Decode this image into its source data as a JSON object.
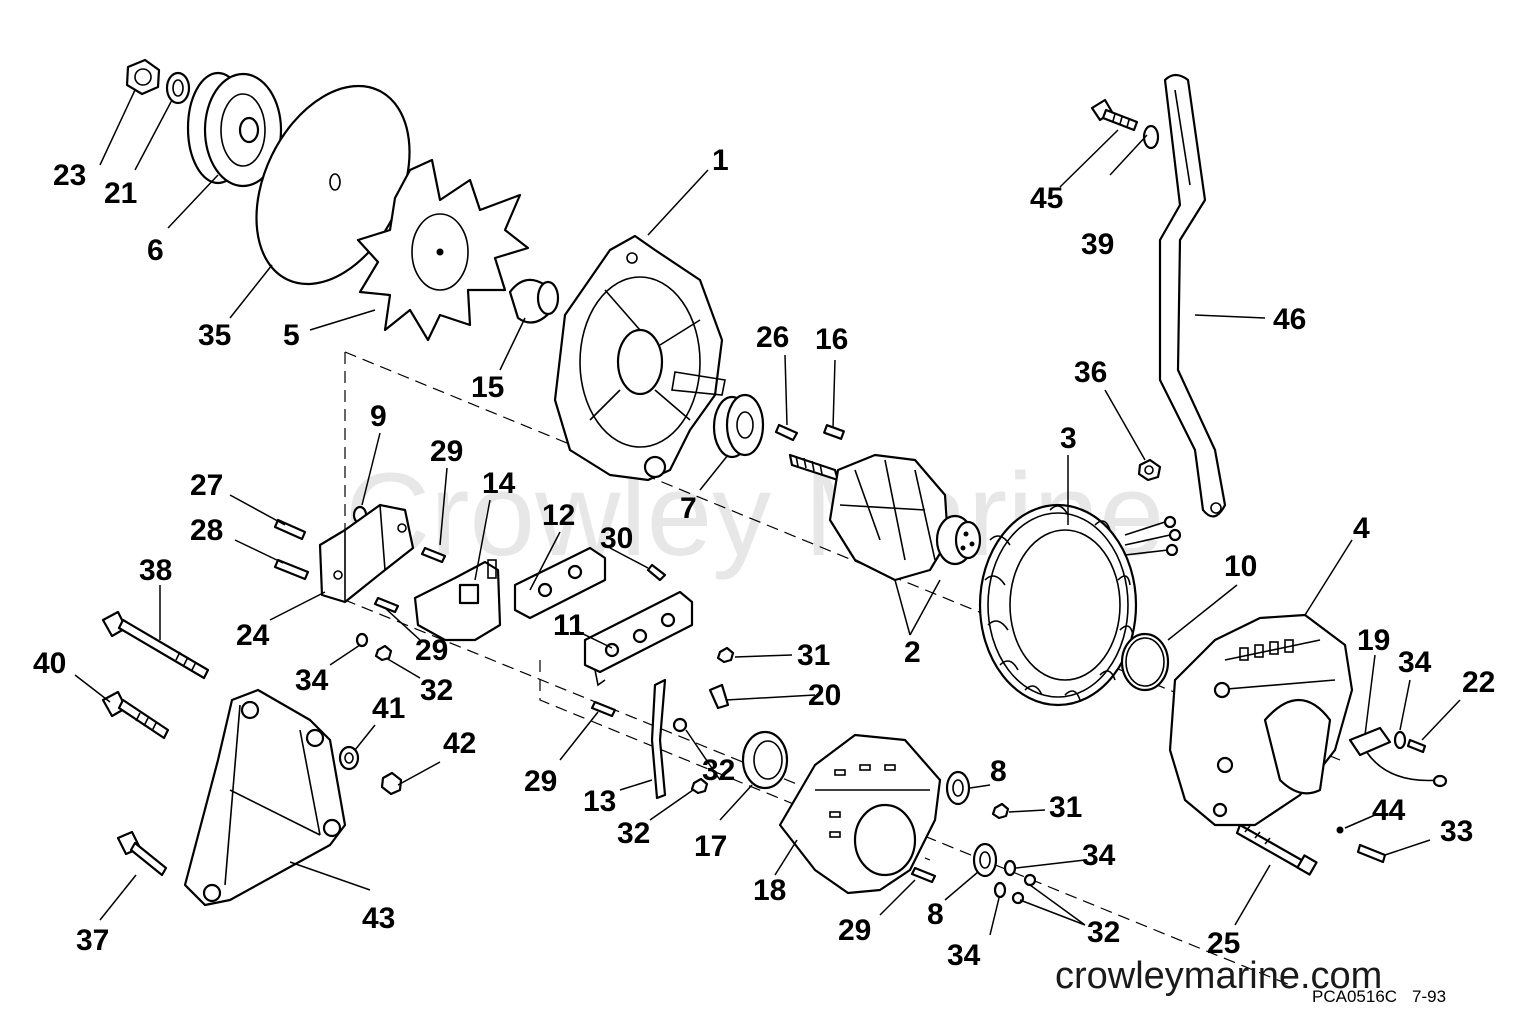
{
  "watermark": "Crowley Marine",
  "website": "crowleymarine.com",
  "drawing_number": "PCA0516C",
  "drawing_date": "7-93",
  "callouts": {
    "c1": "1",
    "c2": "2",
    "c3": "3",
    "c4": "4",
    "c5": "5",
    "c6": "6",
    "c7": "7",
    "c8a": "8",
    "c8b": "8",
    "c9": "9",
    "c10": "10",
    "c11": "11",
    "c12": "12",
    "c13": "13",
    "c14": "14",
    "c15": "15",
    "c16": "16",
    "c17": "17",
    "c18": "18",
    "c19": "19",
    "c20": "20",
    "c21": "21",
    "c22": "22",
    "c23": "23",
    "c24": "24",
    "c25": "25",
    "c26": "26",
    "c27": "27",
    "c28": "28",
    "c29a": "29",
    "c29b": "29",
    "c29c": "29",
    "c29d": "29",
    "c30": "30",
    "c31a": "31",
    "c31b": "31",
    "c32a": "32",
    "c32b": "32",
    "c32c": "32",
    "c32d": "32",
    "c33": "33",
    "c34a": "34",
    "c34b": "34",
    "c34c": "34",
    "c34d": "34",
    "c35": "35",
    "c36": "36",
    "c37": "37",
    "c38": "38",
    "c39": "39",
    "c40": "40",
    "c41": "41",
    "c42": "42",
    "c43": "43",
    "c44": "44",
    "c45": "45",
    "c46": "46"
  }
}
